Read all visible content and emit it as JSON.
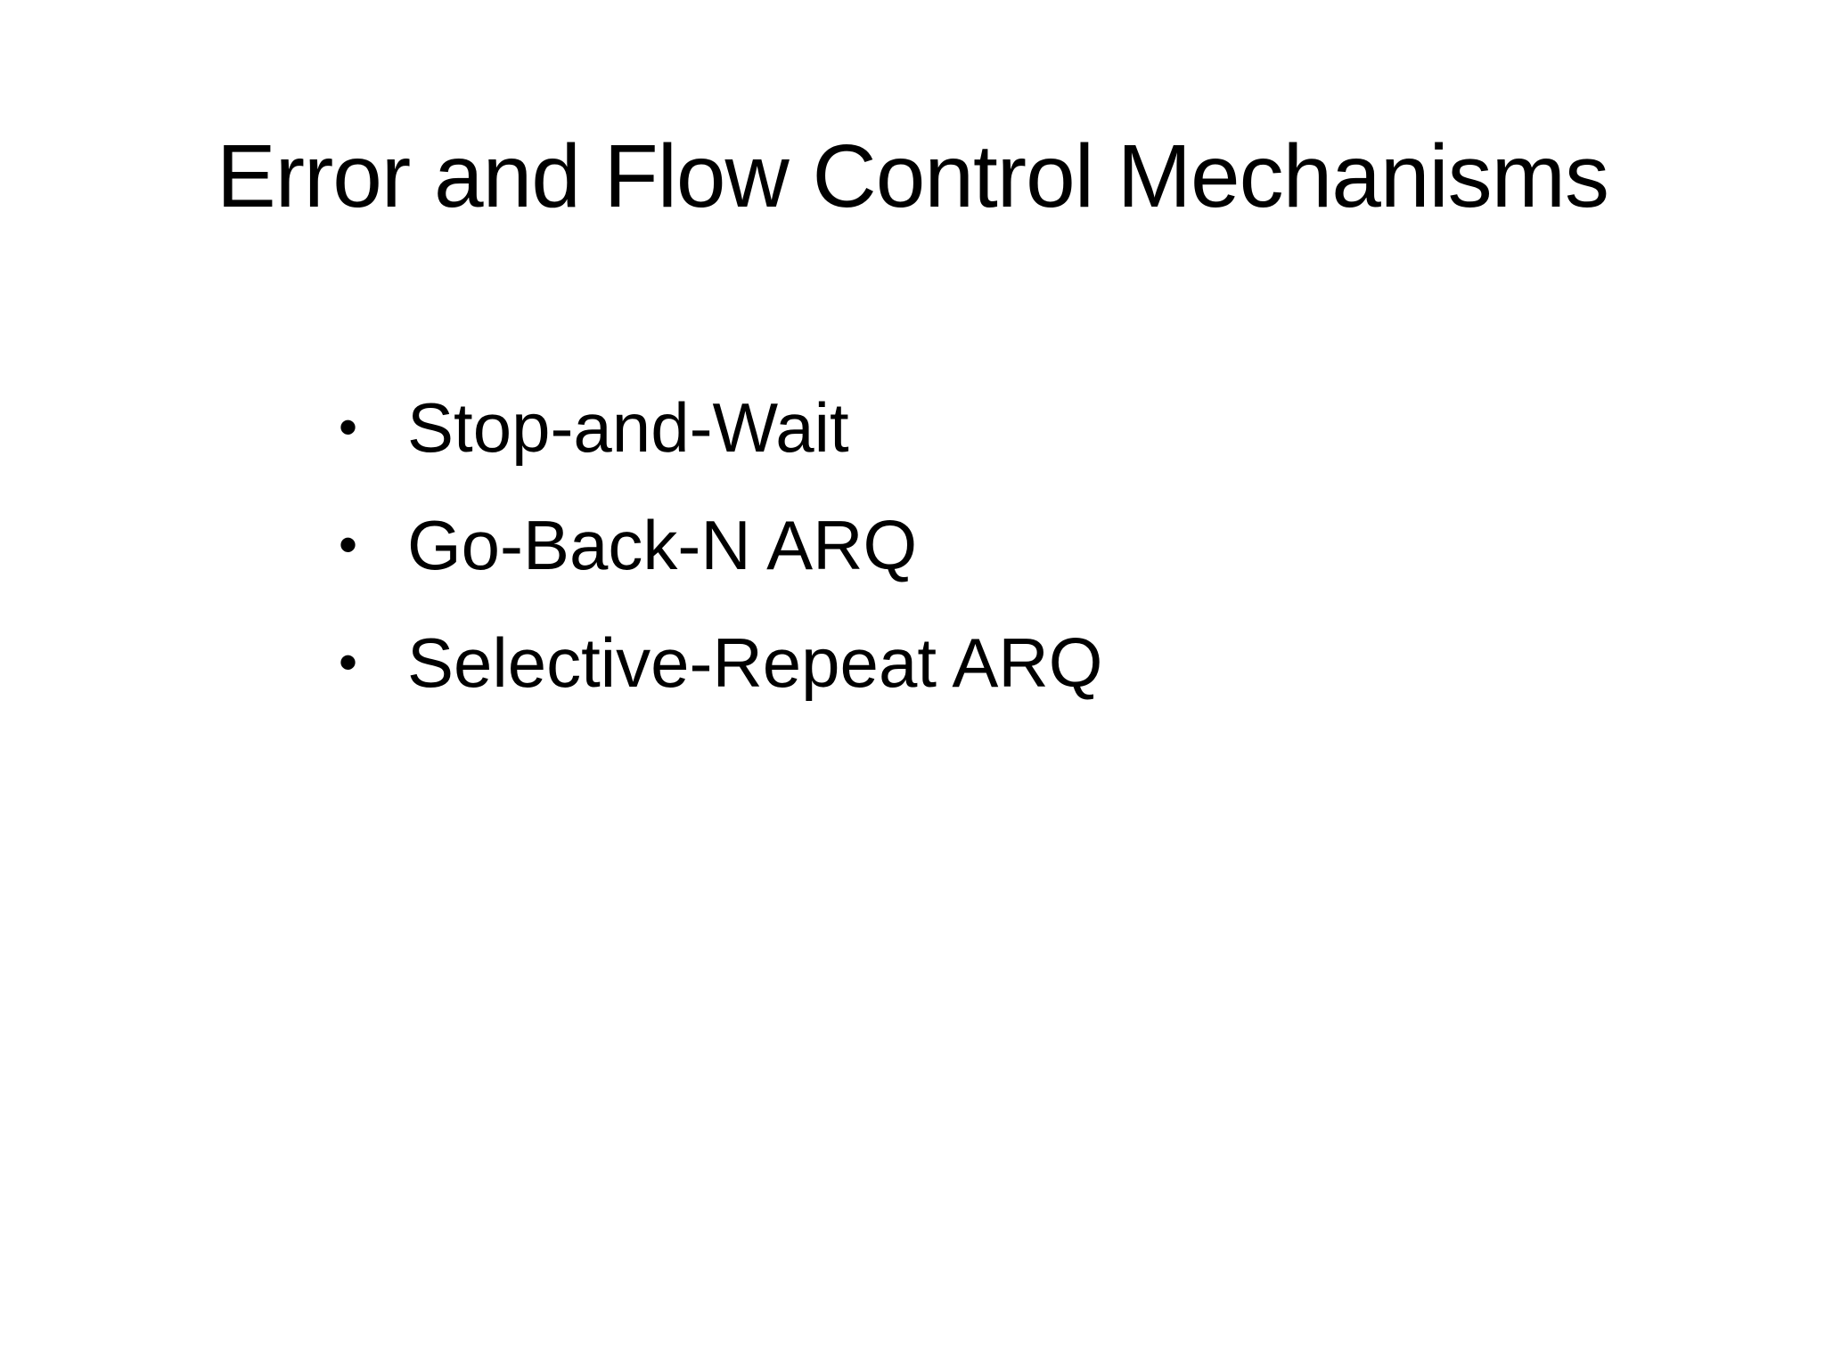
{
  "slide": {
    "title": "Error and Flow Control Mechanisms",
    "bullets": [
      {
        "marker": "•",
        "text": "Stop-and-Wait"
      },
      {
        "marker": "•",
        "text": "Go-Back-N ARQ"
      },
      {
        "marker": "•",
        "text": "Selective-Repeat ARQ"
      }
    ]
  },
  "colors": {
    "background": "#ffffff",
    "text": "#000000"
  }
}
